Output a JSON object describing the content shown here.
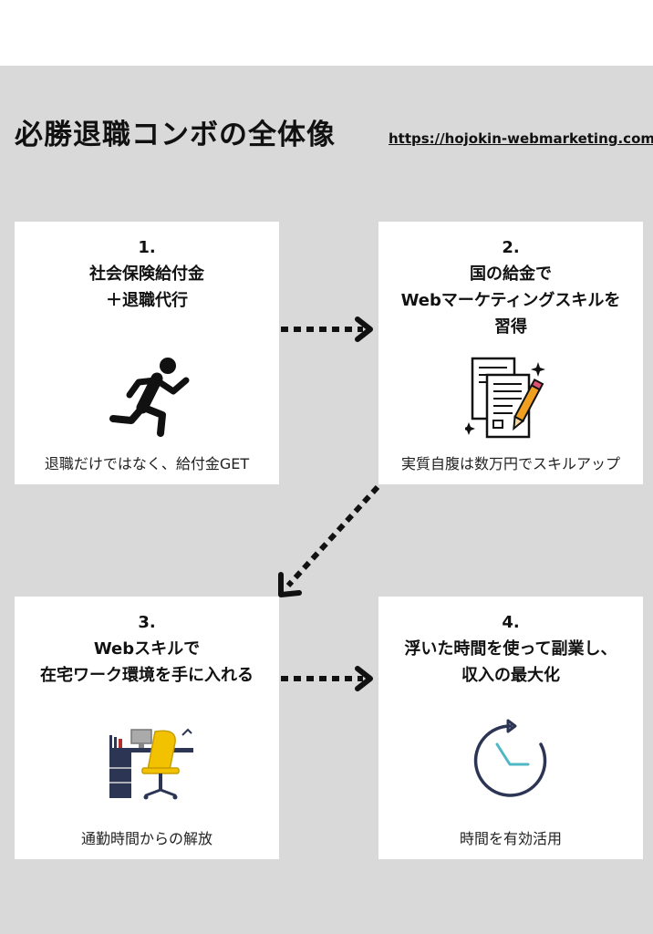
{
  "page": {
    "title": "必勝退職コンボの全体像",
    "url": "https://hojokin-webmarketing.com/"
  },
  "steps": [
    {
      "number": "1.",
      "lines": [
        "社会保険給付金",
        "＋退職代行"
      ],
      "caption": "退職だけではなく、給付金GET",
      "icon": "running-person-icon"
    },
    {
      "number": "2.",
      "lines": [
        "国の給金で",
        "Webマーケティングスキルを",
        "習得"
      ],
      "caption": "実質自腹は数万円でスキルアップ",
      "icon": "documents-pencil-icon"
    },
    {
      "number": "3.",
      "lines": [
        "Webスキルで",
        "在宅ワーク環境を手に入れる"
      ],
      "caption": "通勤時間からの解放",
      "icon": "home-office-desk-icon"
    },
    {
      "number": "4.",
      "lines": [
        "浮いた時間を使って副業し、",
        "収入の最大化"
      ],
      "caption": "時間を有効活用",
      "icon": "clock-refresh-icon"
    }
  ],
  "colors": {
    "background": "#d9d9d9",
    "card": "#ffffff",
    "text": "#111111",
    "chair": "#f2c200",
    "desk": "#2c3553",
    "clock": "#2c3553",
    "clock_hands": "#4fb8c4",
    "pencil": "#f0a020"
  }
}
